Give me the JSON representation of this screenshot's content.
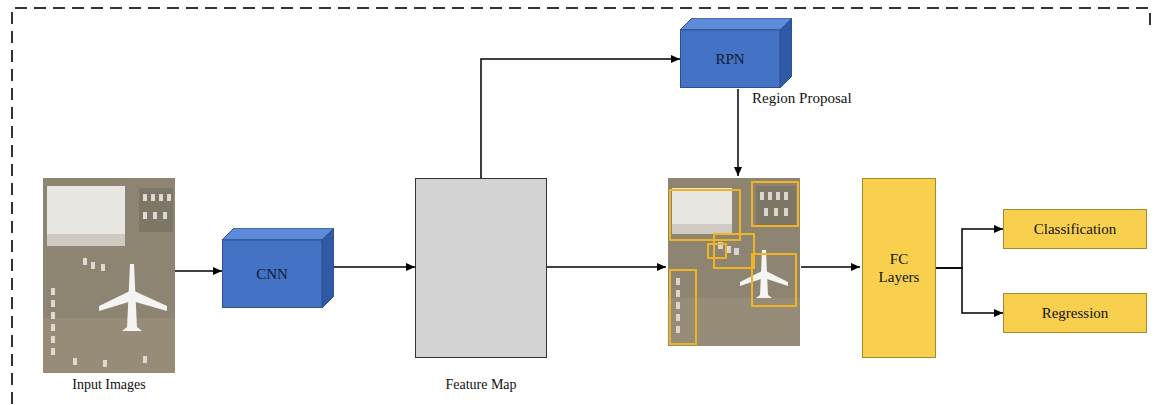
{
  "diagram": {
    "nodes": [
      {
        "text": [
          "Input Images"
        ]
      },
      {
        "text": [
          "CNN"
        ]
      },
      {
        "text": [
          "Feature Map"
        ]
      },
      {
        "text": [
          "RPN"
        ]
      },
      {
        "text": [
          "FC Layers"
        ]
      },
      {
        "text": [
          "Classification"
        ]
      },
      {
        "text": [
          "Regression"
        ]
      }
    ],
    "edges": [
      {
        "from": 0,
        "to": 1,
        "arrow": "to"
      },
      {
        "from": 1,
        "to": 2,
        "arrow": "to"
      },
      {
        "from": 2,
        "to": 3,
        "arrow": "to"
      },
      {
        "from": 4,
        "to": 5,
        "arrow": "to"
      },
      {
        "from": 4,
        "to": 6,
        "arrow": "to"
      }
    ],
    "labels": [
      "Region Proposal"
    ]
  }
}
